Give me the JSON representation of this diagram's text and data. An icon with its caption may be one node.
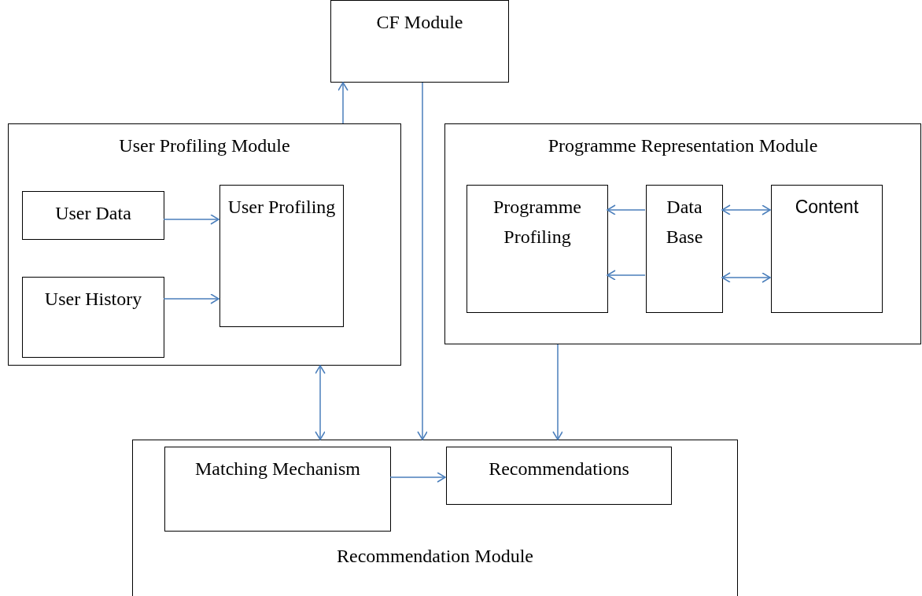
{
  "diagram": {
    "nodes": [
      {
        "text": [
          "CF Module"
        ]
      },
      {
        "text": [
          "User Profiling Module"
        ]
      },
      {
        "text": [
          "User Data"
        ],
        "in": 1
      },
      {
        "text": [
          "User History"
        ],
        "in": 1
      },
      {
        "text": [
          "User Profiling"
        ],
        "in": 1
      },
      {
        "text": [
          "Programme Representation Module"
        ]
      },
      {
        "text": [
          "Programme Profiling"
        ],
        "in": 5
      },
      {
        "text": [
          "Data Base"
        ],
        "in": 5
      },
      {
        "text": [
          "Content"
        ],
        "in": 5
      },
      {
        "text": [
          "Recommendation Module"
        ]
      },
      {
        "text": [
          "Matching Mechanism"
        ],
        "in": 9
      },
      {
        "text": [
          "Recommendations"
        ],
        "in": 9
      }
    ],
    "edges": [
      {
        "from": 1,
        "to": 0,
        "arrow": "to"
      },
      {
        "from": 2,
        "to": 4,
        "arrow": "to"
      },
      {
        "from": 3,
        "to": 4,
        "arrow": "to"
      },
      {
        "from": 7,
        "to": 6,
        "arrow": "to"
      },
      {
        "from": 7,
        "to": 6,
        "arrow": "to"
      },
      {
        "from": 7,
        "to": 8,
        "arrow": "both"
      },
      {
        "from": 7,
        "to": 8,
        "arrow": "both"
      },
      {
        "from": 1,
        "to": 9,
        "arrow": "both"
      },
      {
        "from": 0,
        "to": 9,
        "arrow": "to"
      },
      {
        "from": 5,
        "to": 9,
        "arrow": "to"
      },
      {
        "from": 10,
        "to": 11,
        "arrow": "to"
      }
    ]
  }
}
